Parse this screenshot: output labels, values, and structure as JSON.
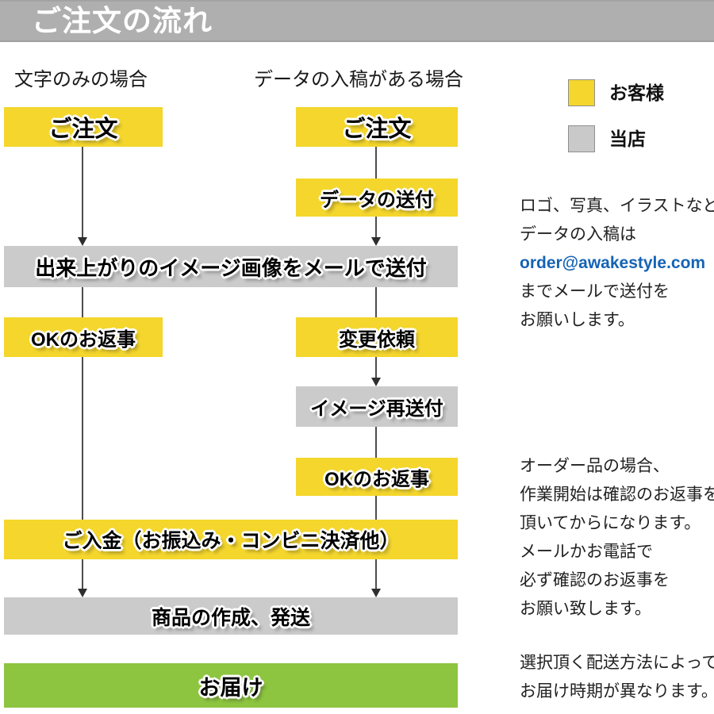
{
  "header": {
    "title": "ご注文の流れ"
  },
  "column_labels": {
    "text_only": "文字のみの場合",
    "with_data": "データの入稿がある場合"
  },
  "legend": {
    "customer": {
      "label": "お客様",
      "color": "#f4d62c"
    },
    "shop": {
      "label": "当店",
      "color": "#c9c9c9"
    }
  },
  "flow": {
    "order_left": {
      "label": "ご注文"
    },
    "order_right": {
      "label": "ご注文"
    },
    "data_send": {
      "label": "データの送付"
    },
    "image_mail": {
      "label": "出来上がりのイメージ画像をメールで送付"
    },
    "ok_reply_left": {
      "label": "OKのお返事"
    },
    "change_request": {
      "label": "変更依頼"
    },
    "image_resend": {
      "label": "イメージ再送付"
    },
    "ok_reply_right": {
      "label": "OKのお返事"
    },
    "payment": {
      "label": "ご入金（お振込み・コンビニ決済他）"
    },
    "production": {
      "label": "商品の作成、発送"
    },
    "delivery": {
      "label": "お届け"
    }
  },
  "notes": {
    "submission": {
      "line1": "ロゴ、写真、イラストなど",
      "line2": "データの入稿は",
      "email": "order@awakestyle.com",
      "line3": "までメールで送付を",
      "line4": "お願いします。"
    },
    "confirmation": {
      "line1": "オーダー品の場合、",
      "line2": "作業開始は確認のお返事を",
      "line3": "頂いてからになります。",
      "line4": "メールかお電話で",
      "line5": "必ず確認のお返事を",
      "line6": "お願い致します。"
    },
    "delivery_time": {
      "line1": "選択頂く配送方法によって",
      "line2": "お届け時期が異なります。"
    }
  },
  "colors": {
    "customer_yellow": "#f4d62c",
    "shop_gray": "#cbcbcb",
    "header_gray": "#afafaf",
    "delivery_green": "#8dc540",
    "email_blue": "#1563b5",
    "connector_line": "#4d4d4d"
  }
}
